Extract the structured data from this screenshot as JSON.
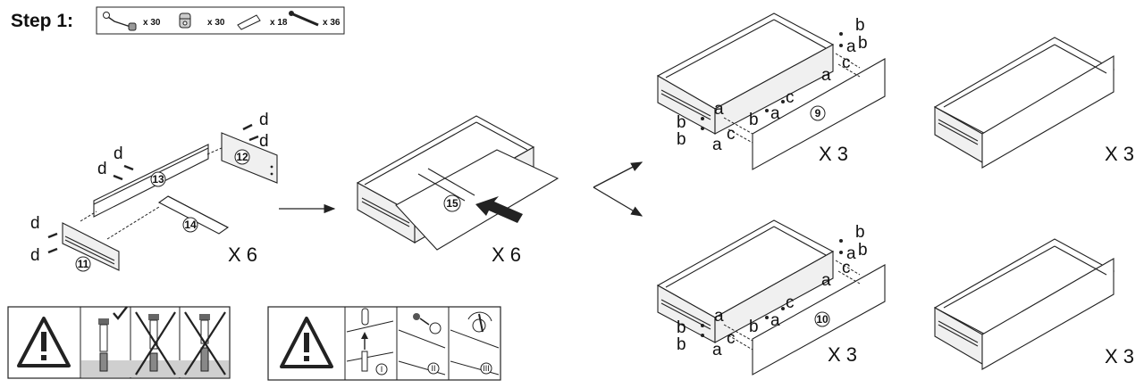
{
  "step_title": "Step 1:",
  "hardware": [
    {
      "icon": "cam-lock-bolt-icon",
      "qty": "x 30"
    },
    {
      "icon": "cam-lock-nut-icon",
      "qty": "x 30"
    },
    {
      "icon": "wooden-dowel-icon",
      "qty": "x 18"
    },
    {
      "icon": "screw-icon",
      "qty": "x 36"
    }
  ],
  "frame": {
    "parts": {
      "p11": "11",
      "p12": "12",
      "p13": "13",
      "p14": "14"
    },
    "d": "d",
    "multiplier": "X 6"
  },
  "bottom_insert": {
    "part": "15",
    "multiplier": "X 6"
  },
  "drawer_top": {
    "part": "9",
    "a": "a",
    "b": "b",
    "c": "c",
    "multiplier": "X 3"
  },
  "drawer_bottom": {
    "part": "10",
    "a": "a",
    "b": "b",
    "c": "c",
    "multiplier": "X 3"
  },
  "result_multiplier": "X 3",
  "warning_steps": {
    "roman_1": "I",
    "roman_2": "II",
    "roman_3": "III"
  }
}
